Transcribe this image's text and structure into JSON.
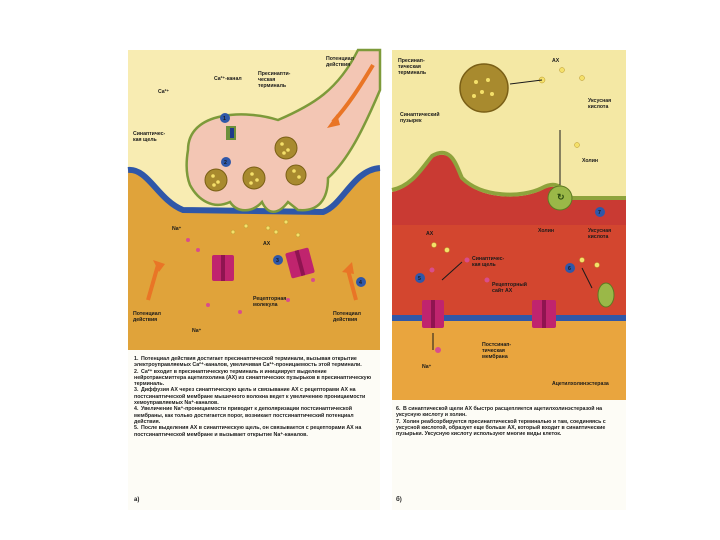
{
  "panel_a": {
    "labels": {
      "ca_ion": "Ca²⁺",
      "ca_channel": "Ca²⁺-канал",
      "presynaptic_terminal": "Пресинапти-\nческая\nтерминаль",
      "action_potential_top": "Потенциал\nдействия",
      "synaptic_cleft": "Синаптичес-\nкая щель",
      "na_channel_label": "Na⁺",
      "ach_label": "АХ",
      "receptor_molecule": "Рецепторная\nмолекула",
      "action_potential_left": "Потенциал\nдействия",
      "action_potential_right": "Потенциал\nдействия",
      "na_ion": "Na⁺"
    },
    "steps": [
      "1",
      "2",
      "3",
      "4"
    ],
    "caption": [
      {
        "n": "1.",
        "text": "Потенциал действия достигает пресинаптической терминали, вызывая открытие электроуправляемых Ca²⁺-каналов, увеличивая Ca²⁺-проницаемость этой терминали."
      },
      {
        "n": "2.",
        "text": "Ca²⁺ входит в пресинаптическую терминаль и инициирует выделение нейротрансмиттера ацетилхолина (АХ) из синаптических пузырьков в пресинаптическую терминаль."
      },
      {
        "n": "3.",
        "text": "Диффузия АХ через синаптическую щель и связывание АХ с рецепторами АХ на постсинаптической мембране мышечного волокна ведет к увеличению проницаемости хемоуправляемых Na⁺-каналов."
      },
      {
        "n": "4.",
        "text": "Увеличение Na⁺-проницаемости приводит к деполяризации постсинаптической мембраны, как только достигается порог, возникает постсинаптический потенциал действия."
      },
      {
        "n": "5.",
        "text": "После выделения АХ в синаптическую щель, он связывается с рецепторами АХ на постсинаптической мембране и вызывает открытие Na⁺-каналов."
      }
    ],
    "panel_letter": "а)"
  },
  "panel_b": {
    "labels": {
      "presynaptic_terminal": "Пресинап-\nтическая\nтерминаль",
      "ach": "АХ",
      "acetic_acid": "Уксусная\nкислота",
      "synaptic_vesicle": "Синаптический\nпузырек",
      "choline_top": "Холин",
      "ach_left": "АХ",
      "choline_mid": "Холин",
      "acetic_acid_mid": "Уксусная\nкислота",
      "synaptic_cleft": "Синаптичес-\nкая щель",
      "receptor_site": "Рецепторный\nсайт АХ",
      "na_ion": "Na⁺",
      "postsynaptic_membrane": "Постсинап-\nтическая\nмембрана",
      "acetylcholinesterase": "Ацетилхолинэстераза"
    },
    "steps": [
      "5",
      "6",
      "7"
    ],
    "caption": [
      {
        "n": "6.",
        "text": "В синаптической щели АХ быстро расщепляется ацетилхолинэстеразой на уксусную кислоту и холин."
      },
      {
        "n": "7.",
        "text": "Холин реабсорбируется пресинаптической терминалью и там, соединяясь с уксусной кислотой, образует еще больше АХ, который входит в синаптические пузырьки. Уксусную кислоту используют многие виды клеток."
      }
    ],
    "panel_letter": "б)"
  },
  "colors": {
    "terminal": "#f3c6b4",
    "muscle": "#e1a038",
    "cleft": "#f7e9a6",
    "membrane_blue": "#2f57a8",
    "channel_magenta": "#c0246e",
    "vesicle": "#a88a2e",
    "muscle_red": "#c93a33",
    "terminal_green": "#8ea33c"
  }
}
